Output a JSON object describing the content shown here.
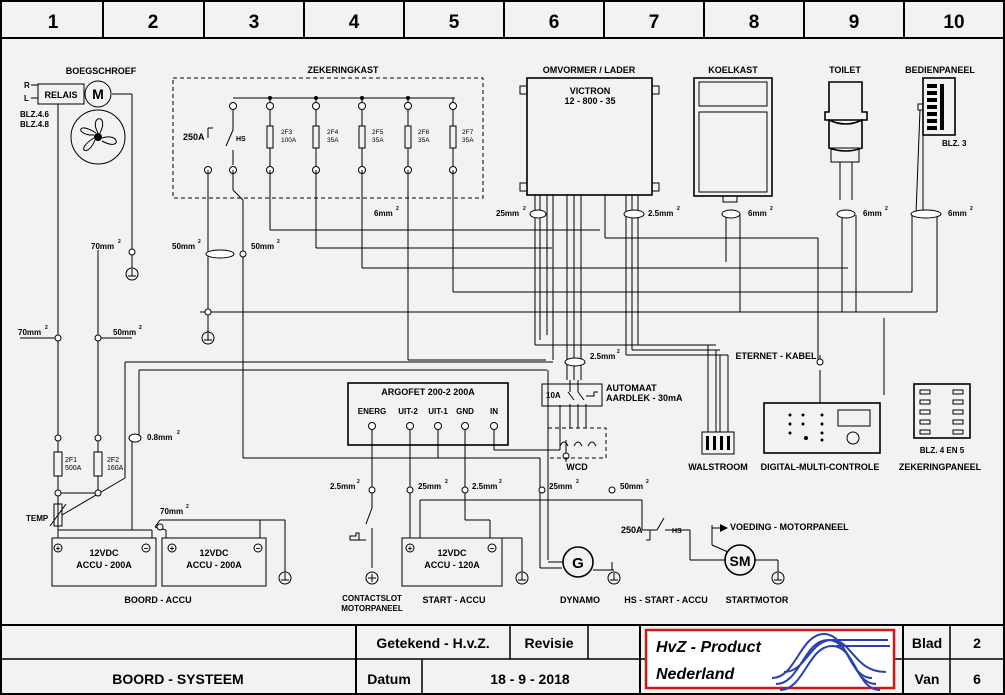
{
  "grid_columns": [
    "1",
    "2",
    "3",
    "4",
    "5",
    "6",
    "7",
    "8",
    "9",
    "10"
  ],
  "components": {
    "boegschroef": "BOEGSCHROEF",
    "relais": "RELAIS",
    "r": "R",
    "l": "L",
    "blz_46": "BLZ.4.6",
    "blz_48": "BLZ.4.8",
    "motor_m": "M",
    "zekeringkast": "ZEKERINGKAST",
    "hs": "HS",
    "a250": "250A",
    "fuses": [
      {
        "id": "2F3",
        "rating": "100A"
      },
      {
        "id": "2F4",
        "rating": "35A"
      },
      {
        "id": "2F5",
        "rating": "35A"
      },
      {
        "id": "2F6",
        "rating": "35A"
      },
      {
        "id": "2F7",
        "rating": "35A"
      }
    ],
    "omvormer": "OMVORMER / LADER",
    "victron": "VICTRON",
    "victron_model": "12 - 800 - 35",
    "koelkast": "KOELKAST",
    "toilet": "TOILET",
    "bedienpaneel": "BEDIENPANEEL",
    "blz3": "BLZ. 3",
    "argofet": "ARGOFET 200-2 200A",
    "argofet_terminals": [
      "ENERG",
      "UIT-2",
      "UIT-1",
      "GND",
      "IN"
    ],
    "automaat_1": "AUTOMAAT",
    "automaat_2": "AARDLEK - 30mA",
    "a10": "10A",
    "wcd": "WCD",
    "walstroom": "WALSTROOM",
    "dmc": "DIGITAL-MULTI-CONTROLE",
    "zekeringpaneel": "ZEKERINGPANEEL",
    "blz45": "BLZ. 4 EN 5",
    "eternet": "ETERNET - KABEL",
    "fuse_2f1": "2F1",
    "fuse_2f1_r": "500A",
    "fuse_2f2": "2F2",
    "fuse_2f2_r": "160A",
    "temp": "TEMP",
    "accu_v": "12VDC",
    "accu_200": "ACCU - 200A",
    "accu_120": "ACCU - 120A",
    "boord_accu": "BOORD - ACCU",
    "contactslot_1": "CONTACTSLOT",
    "contactslot_2": "MOTORPANEEL",
    "start_accu": "START - ACCU",
    "dynamo": "DYNAMO",
    "dynamo_g": "G",
    "hs_start": "HS - START - ACCU",
    "startmotor": "STARTMOTOR",
    "sm": "SM",
    "voeding": "VOEDING - MOTORPANEEL"
  },
  "wire_labels": {
    "w6mm": "6mm",
    "w25mm": "25mm",
    "w2_5mm": "2.5mm",
    "w50mm": "50mm",
    "w70mm": "70mm",
    "w0_8mm": "0.8mm",
    "sq": "2"
  },
  "title_block": {
    "title": "BOORD - SYSTEEM",
    "getekend": "Getekend - H.v.Z.",
    "revisie": "Revisie",
    "datum_label": "Datum",
    "datum": "18 - 9 - 2018",
    "company_1": "HvZ - Product",
    "company_2": "Nederland",
    "blad_label": "Blad",
    "blad": "2",
    "van_label": "Van",
    "van": "6"
  },
  "colors": {
    "logo_border": "#d01818",
    "logo_wave": "#2a3fb0"
  }
}
